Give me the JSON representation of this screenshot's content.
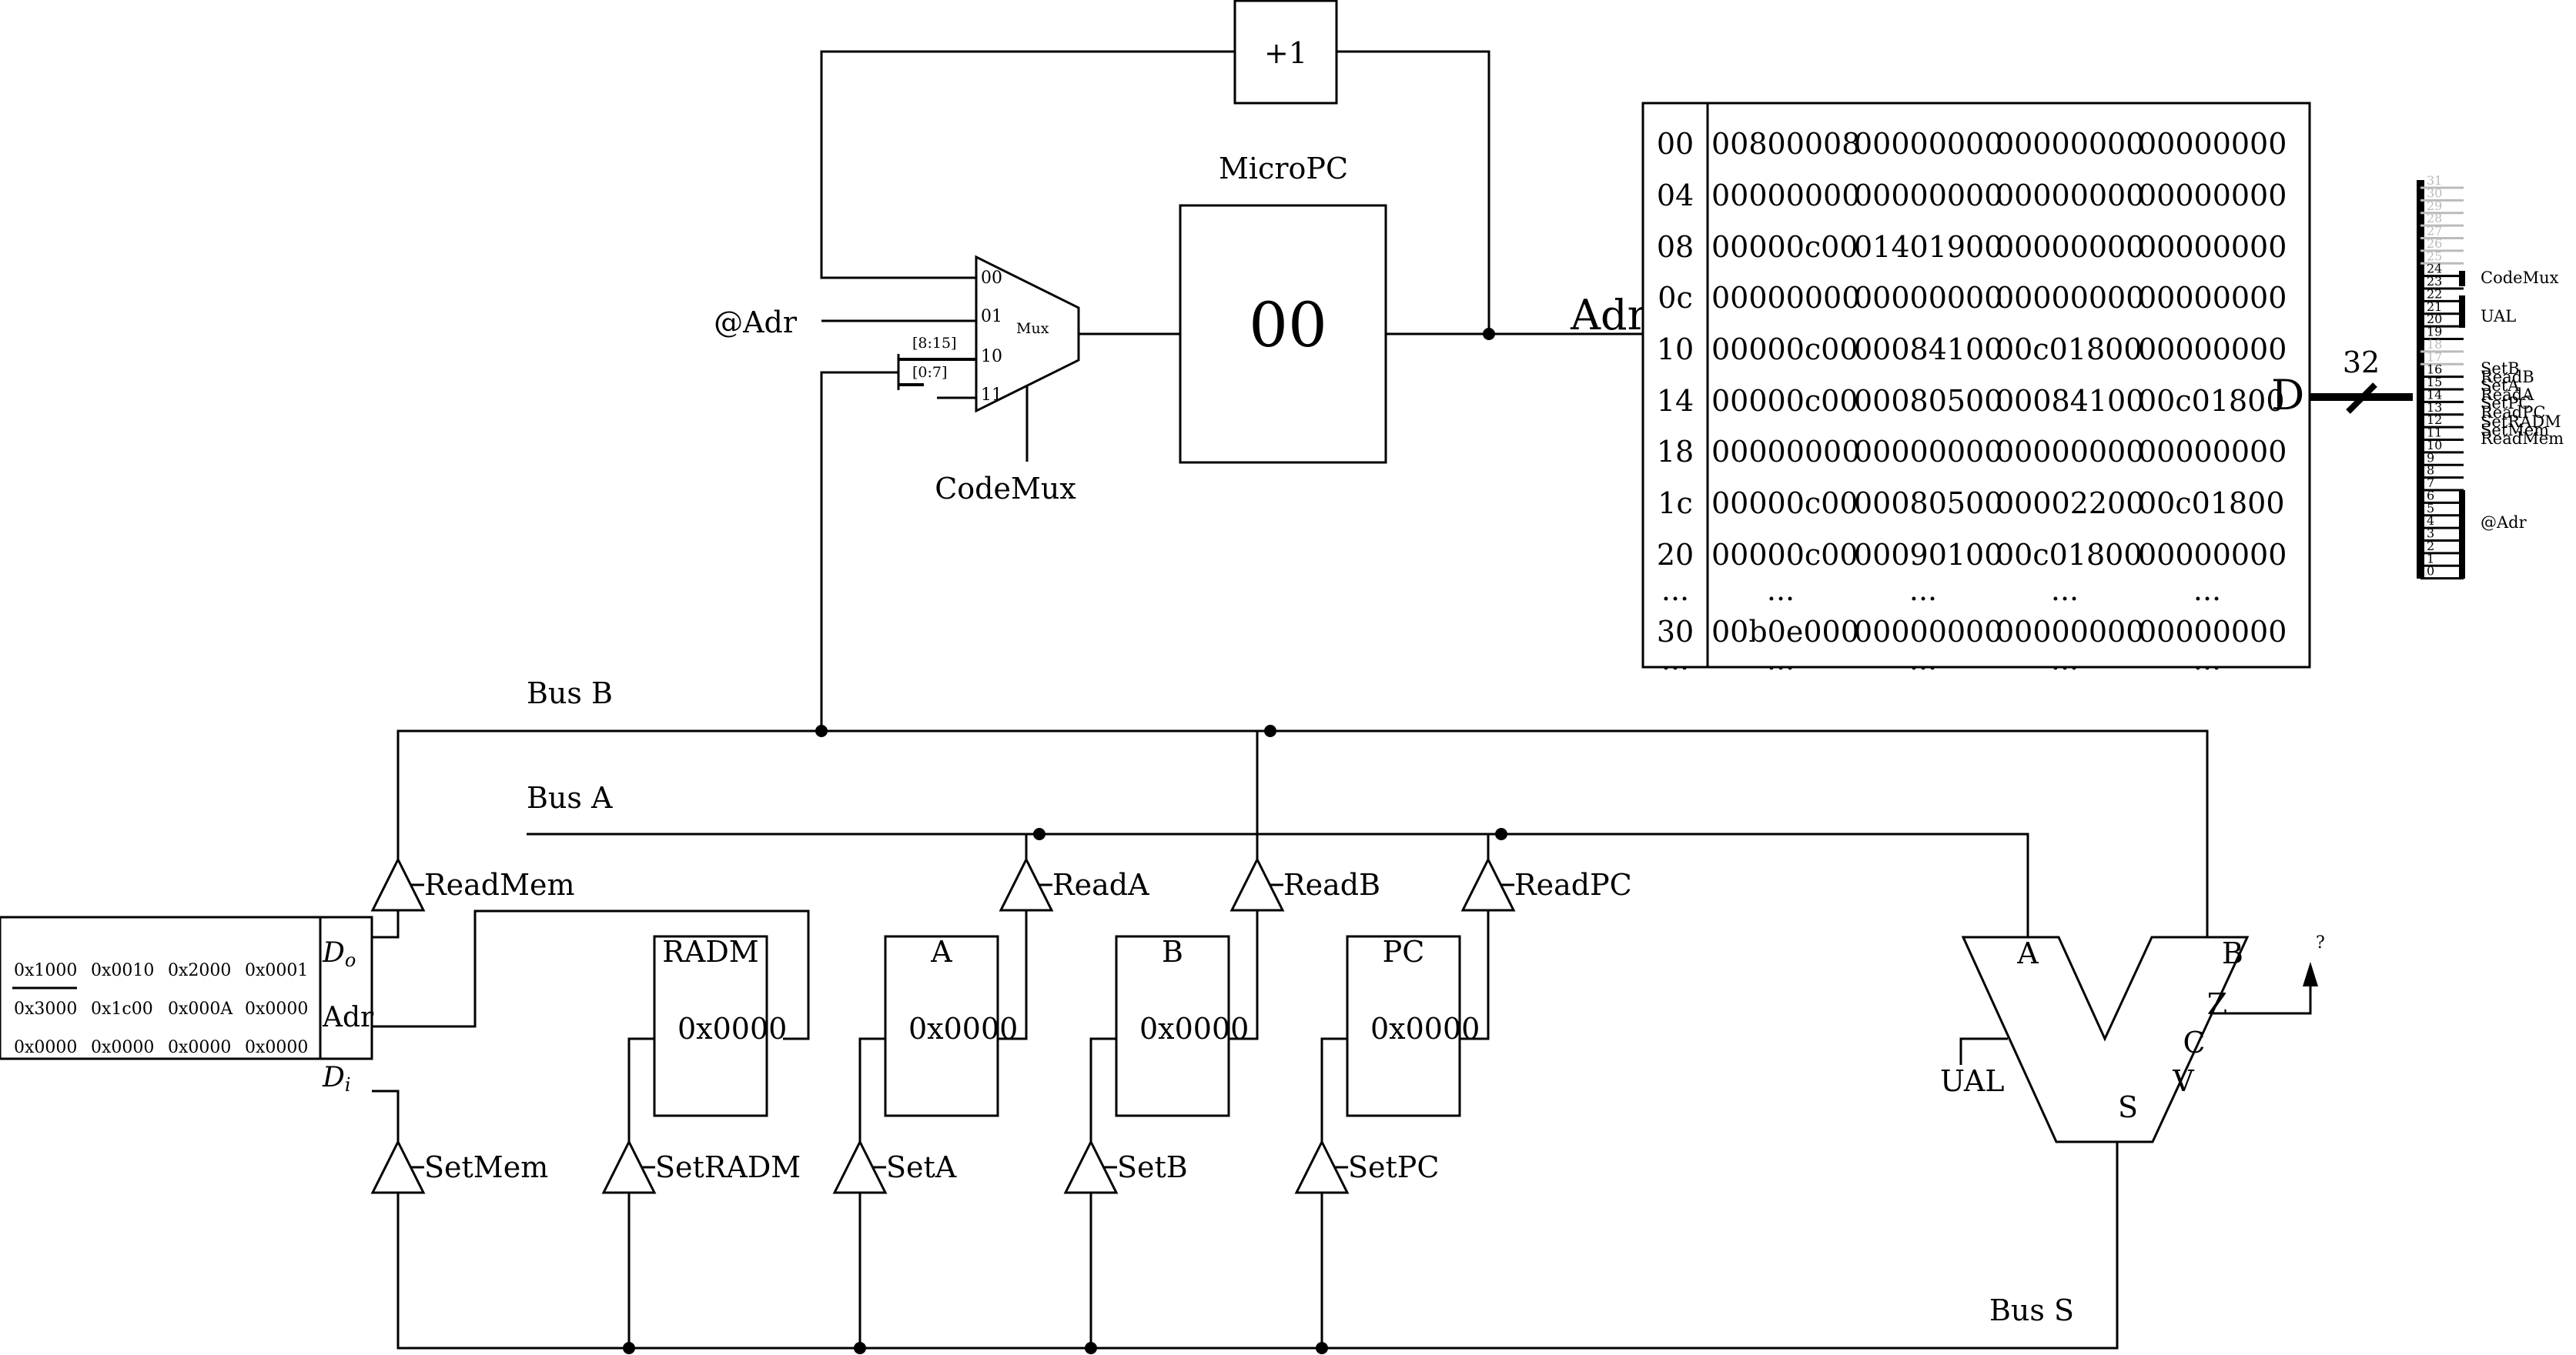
{
  "incrementer": {
    "label": "+1"
  },
  "micropc": {
    "title": "MicroPC",
    "value": "00"
  },
  "mux": {
    "label": "Mux",
    "inputs": [
      "00",
      "01",
      "10",
      "11"
    ],
    "in_adr_label": "@Adr",
    "select_label": "CodeMux",
    "slice_hi": "[8:15]",
    "slice_lo": "[0:7]"
  },
  "micro_memory": {
    "adr_label": "Adr",
    "data_label": "D",
    "bus_width": "32",
    "rows": [
      {
        "addr": "00",
        "words": [
          "00800008",
          "00000000",
          "00000000",
          "00000000"
        ]
      },
      {
        "addr": "04",
        "words": [
          "00000000",
          "00000000",
          "00000000",
          "00000000"
        ]
      },
      {
        "addr": "08",
        "words": [
          "00000c00",
          "01401900",
          "00000000",
          "00000000"
        ]
      },
      {
        "addr": "0c",
        "words": [
          "00000000",
          "00000000",
          "00000000",
          "00000000"
        ]
      },
      {
        "addr": "10",
        "words": [
          "00000c00",
          "00084100",
          "00c01800",
          "00000000"
        ]
      },
      {
        "addr": "14",
        "words": [
          "00000c00",
          "00080500",
          "00084100",
          "00c01800"
        ]
      },
      {
        "addr": "18",
        "words": [
          "00000000",
          "00000000",
          "00000000",
          "00000000"
        ]
      },
      {
        "addr": "1c",
        "words": [
          "00000c00",
          "00080500",
          "00002200",
          "00c01800"
        ]
      },
      {
        "addr": "20",
        "words": [
          "00000c00",
          "00090100",
          "00c01800",
          "00000000"
        ]
      },
      {
        "addr": "...",
        "words": [
          "...",
          "...",
          "...",
          "..."
        ]
      },
      {
        "addr": "30",
        "words": [
          "00b0e000",
          "00000000",
          "00000000",
          "00000000"
        ]
      },
      {
        "addr": "...",
        "words": [
          "...",
          "...",
          "...",
          "..."
        ]
      }
    ]
  },
  "bitfield": {
    "bits": [
      "31",
      "30",
      "29",
      "28",
      "27",
      "26",
      "25",
      "24",
      "23",
      "22",
      "21",
      "20",
      "19",
      "18",
      "17",
      "16",
      "15",
      "14",
      "13",
      "12",
      "11",
      "10",
      "9",
      "8",
      "7",
      "6",
      "5",
      "4",
      "3",
      "2",
      "1",
      "0"
    ],
    "unused_bits": [
      "31",
      "30",
      "29",
      "28",
      "27",
      "26",
      "25",
      "18",
      "17"
    ],
    "fields": [
      {
        "name": "CodeMux",
        "bits": "23"
      },
      {
        "name": "UAL",
        "bits": "19-21"
      },
      {
        "name": "SetB",
        "bits": "16"
      },
      {
        "name": "ReadB",
        "bits": "15"
      },
      {
        "name": "SetA",
        "bits": "14"
      },
      {
        "name": "ReadA",
        "bits": "13"
      },
      {
        "name": "SetPC",
        "bits": "12"
      },
      {
        "name": "ReadPC",
        "bits": "11"
      },
      {
        "name": "SetRADM",
        "bits": "10"
      },
      {
        "name": "SetMem",
        "bits": "9"
      },
      {
        "name": "ReadMem",
        "bits": "8"
      },
      {
        "name": "@Adr",
        "bits": "0-6"
      }
    ]
  },
  "buses": {
    "a": "Bus A",
    "b": "Bus B",
    "s": "Bus S"
  },
  "main_memory": {
    "cells": [
      [
        "0x1000",
        "0x0010",
        "0x2000",
        "0x0001"
      ],
      [
        "0x3000",
        "0x1c00",
        "0x000A",
        "0x0000"
      ],
      [
        "0x0000",
        "0x0000",
        "0x0000",
        "0x0000"
      ]
    ],
    "ports": {
      "do": "D",
      "do_sub": "o",
      "adr": "Adr",
      "di": "D",
      "di_sub": "i"
    }
  },
  "registers": [
    {
      "name": "RADM",
      "value": "0x0000",
      "set": "SetRADM"
    },
    {
      "name": "A",
      "value": "0x0000",
      "set": "SetA",
      "read": "ReadA"
    },
    {
      "name": "B",
      "value": "0x0000",
      "set": "SetB",
      "read": "ReadB"
    },
    {
      "name": "PC",
      "value": "0x0000",
      "set": "SetPC",
      "read": "ReadPC"
    }
  ],
  "mem_buffers": {
    "read": "ReadMem",
    "set": "SetMem"
  },
  "alu": {
    "in_a": "A",
    "in_b": "B",
    "out": "S",
    "control": "UAL",
    "flags": [
      "Z",
      "C",
      "V"
    ],
    "flag_out": "?"
  }
}
